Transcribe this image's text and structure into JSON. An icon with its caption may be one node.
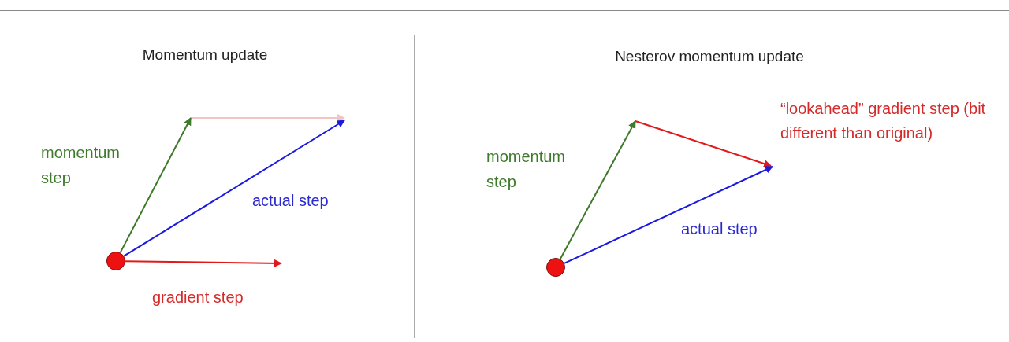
{
  "diagram": {
    "nodes": [
      {
        "text": [],
        "shape": "circle"
      },
      {
        "text": [],
        "shape": "circle"
      }
    ],
    "edges": [
      {
        "from": 0,
        "to": null,
        "arrow": "to",
        "color": "#3d7a2a"
      },
      {
        "from": 0,
        "to": null,
        "arrow": "to",
        "color": "#1a1ae0"
      },
      {
        "from": 0,
        "to": null,
        "arrow": "to",
        "color": "#e01a1a"
      },
      {
        "from": 1,
        "to": null,
        "arrow": "to",
        "color": "#3d7a2a"
      },
      {
        "from": 1,
        "to": null,
        "arrow": "to",
        "color": "#1a1ae0"
      }
    ],
    "labels": [
      "Momentum update",
      "Nesterov momentum update",
      "momentum step",
      "actual step",
      "gradient step",
      "momentum step",
      "“lookahead” gradient step (bit different than original)",
      "actual step"
    ]
  }
}
